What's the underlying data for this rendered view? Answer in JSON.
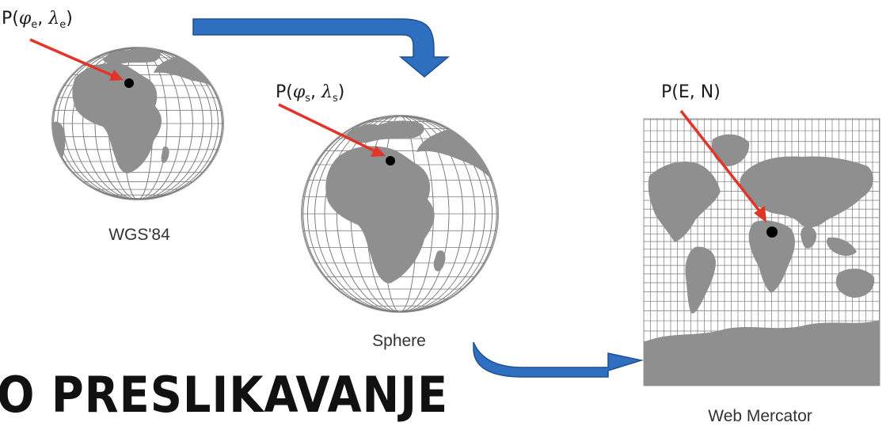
{
  "labels": {
    "wgs84_point": {
      "text": "P(",
      "phi": "φ",
      "phi_sub": "e",
      "sep": ", ",
      "lambda": "λ",
      "lambda_sub": "e",
      "close": ")"
    },
    "sphere_point": {
      "text": "P(",
      "phi": "φ",
      "phi_sub": "s",
      "sep": ", ",
      "lambda": "λ",
      "lambda_sub": "s",
      "close": ")"
    },
    "mercator_point": "P(E, N)"
  },
  "captions": {
    "wgs84": "WGS'84",
    "sphere": "Sphere",
    "web_mercator": "Web Mercator"
  },
  "title": "O PRESLIKAVANJE",
  "colors": {
    "flow_arrow": "#2e6fc0",
    "flow_arrow_edge": "#1f4f8f",
    "pointer_arrow": "#e2352a",
    "land": "#8f8f8f",
    "grid": "#7a7a7a",
    "point": "#000000"
  }
}
